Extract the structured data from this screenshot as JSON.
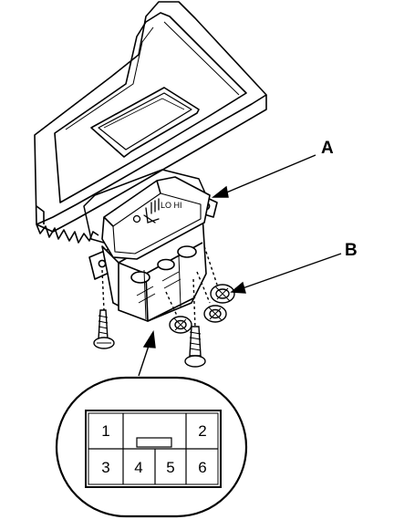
{
  "callouts": {
    "a": "A",
    "b": "B"
  },
  "connector": {
    "pins_top": [
      "1",
      "2"
    ],
    "pins_bottom": [
      "3",
      "4",
      "5",
      "6"
    ]
  }
}
